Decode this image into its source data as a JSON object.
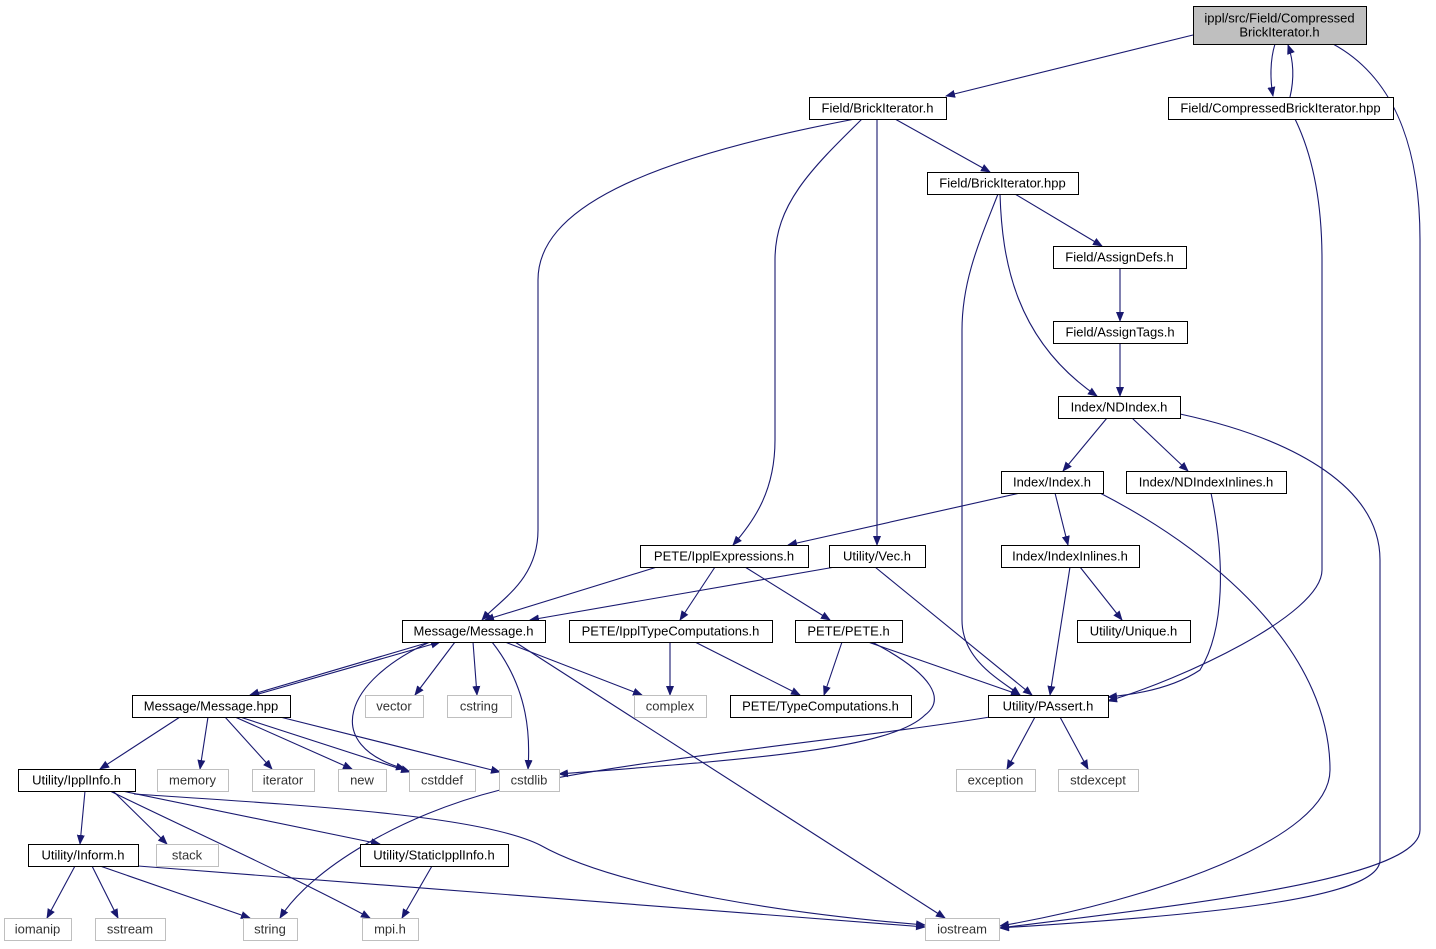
{
  "colors": {
    "edge": "#191970",
    "node_border": "#000000",
    "external_border": "#bfbfbf",
    "root_fill": "#bfbfbf",
    "node_fill": "#ffffff"
  },
  "nodes": {
    "root": {
      "lines": [
        "ippl/src/Field/Compressed",
        "BrickIterator.h"
      ],
      "type": "root"
    },
    "brickh": {
      "lines": [
        "Field/BrickIterator.h"
      ],
      "type": "internal"
    },
    "cbihpp": {
      "lines": [
        "Field/CompressedBrickIterator.hpp"
      ],
      "type": "internal"
    },
    "brickhpp": {
      "lines": [
        "Field/BrickIterator.hpp"
      ],
      "type": "internal"
    },
    "assigndefs": {
      "lines": [
        "Field/AssignDefs.h"
      ],
      "type": "internal"
    },
    "assigntags": {
      "lines": [
        "Field/AssignTags.h"
      ],
      "type": "internal"
    },
    "ndindex": {
      "lines": [
        "Index/NDIndex.h"
      ],
      "type": "internal"
    },
    "indexh": {
      "lines": [
        "Index/Index.h"
      ],
      "type": "internal"
    },
    "ndinl": {
      "lines": [
        "Index/NDIndexInlines.h"
      ],
      "type": "internal"
    },
    "ipplexpr": {
      "lines": [
        "PETE/IpplExpressions.h"
      ],
      "type": "internal"
    },
    "vech": {
      "lines": [
        "Utility/Vec.h"
      ],
      "type": "internal"
    },
    "idxinl": {
      "lines": [
        "Index/IndexInlines.h"
      ],
      "type": "internal"
    },
    "message": {
      "lines": [
        "Message/Message.h"
      ],
      "type": "internal"
    },
    "ipptc": {
      "lines": [
        "PETE/IpplTypeComputations.h"
      ],
      "type": "internal"
    },
    "peteh": {
      "lines": [
        "PETE/PETE.h"
      ],
      "type": "internal"
    },
    "unique": {
      "lines": [
        "Utility/Unique.h"
      ],
      "type": "internal"
    },
    "msghpp": {
      "lines": [
        "Message/Message.hpp"
      ],
      "type": "internal"
    },
    "vector": {
      "lines": [
        "vector"
      ],
      "type": "external"
    },
    "cstring": {
      "lines": [
        "cstring"
      ],
      "type": "external"
    },
    "complex": {
      "lines": [
        "complex"
      ],
      "type": "external"
    },
    "typecomp": {
      "lines": [
        "PETE/TypeComputations.h"
      ],
      "type": "internal"
    },
    "passert": {
      "lines": [
        "Utility/PAssert.h"
      ],
      "type": "internal"
    },
    "ipplinfo": {
      "lines": [
        "Utility/IpplInfo.h"
      ],
      "type": "internal"
    },
    "memory": {
      "lines": [
        "memory"
      ],
      "type": "external"
    },
    "iterator": {
      "lines": [
        "iterator"
      ],
      "type": "external"
    },
    "new": {
      "lines": [
        "new"
      ],
      "type": "external"
    },
    "cstddef": {
      "lines": [
        "cstddef"
      ],
      "type": "external"
    },
    "cstdlib": {
      "lines": [
        "cstdlib"
      ],
      "type": "external"
    },
    "exception": {
      "lines": [
        "exception"
      ],
      "type": "external"
    },
    "stdexcept": {
      "lines": [
        "stdexcept"
      ],
      "type": "external"
    },
    "inform": {
      "lines": [
        "Utility/Inform.h"
      ],
      "type": "internal"
    },
    "stack": {
      "lines": [
        "stack"
      ],
      "type": "external"
    },
    "staticinfo": {
      "lines": [
        "Utility/StaticIpplInfo.h"
      ],
      "type": "internal"
    },
    "iomanip": {
      "lines": [
        "iomanip"
      ],
      "type": "external"
    },
    "sstream": {
      "lines": [
        "sstream"
      ],
      "type": "external"
    },
    "string": {
      "lines": [
        "string"
      ],
      "type": "external"
    },
    "mpih": {
      "lines": [
        "mpi.h"
      ],
      "type": "external"
    },
    "iostream": {
      "lines": [
        "iostream"
      ],
      "type": "external"
    }
  },
  "edges": [
    [
      "root",
      "brickh"
    ],
    [
      "root",
      "cbihpp"
    ],
    [
      "root",
      "iostream"
    ],
    [
      "cbihpp",
      "root"
    ],
    [
      "cbihpp",
      "passert"
    ],
    [
      "brickh",
      "message"
    ],
    [
      "brickh",
      "ipplexpr"
    ],
    [
      "brickh",
      "vech"
    ],
    [
      "brickh",
      "brickhpp"
    ],
    [
      "brickhpp",
      "passert"
    ],
    [
      "brickhpp",
      "ndindex"
    ],
    [
      "brickhpp",
      "assigndefs"
    ],
    [
      "assigndefs",
      "assigntags"
    ],
    [
      "assigntags",
      "ndindex"
    ],
    [
      "ndindex",
      "indexh"
    ],
    [
      "ndindex",
      "ndinl"
    ],
    [
      "ndindex",
      "iostream"
    ],
    [
      "indexh",
      "ipplexpr"
    ],
    [
      "indexh",
      "idxinl"
    ],
    [
      "indexh",
      "iostream"
    ],
    [
      "ndinl",
      "passert"
    ],
    [
      "idxinl",
      "passert"
    ],
    [
      "idxinl",
      "unique"
    ],
    [
      "ipplexpr",
      "message"
    ],
    [
      "ipplexpr",
      "ipptc"
    ],
    [
      "ipplexpr",
      "peteh"
    ],
    [
      "vech",
      "message"
    ],
    [
      "vech",
      "passert"
    ],
    [
      "ipptc",
      "complex"
    ],
    [
      "ipptc",
      "typecomp"
    ],
    [
      "peteh",
      "typecomp"
    ],
    [
      "peteh",
      "passert"
    ],
    [
      "peteh",
      "cstdlib"
    ],
    [
      "message",
      "msghpp"
    ],
    [
      "message",
      "vector"
    ],
    [
      "message",
      "cstring"
    ],
    [
      "message",
      "complex"
    ],
    [
      "message",
      "cstddef"
    ],
    [
      "message",
      "cstdlib"
    ],
    [
      "message",
      "iostream"
    ],
    [
      "msghpp",
      "message"
    ],
    [
      "msghpp",
      "ipplinfo"
    ],
    [
      "msghpp",
      "memory"
    ],
    [
      "msghpp",
      "iterator"
    ],
    [
      "msghpp",
      "new"
    ],
    [
      "msghpp",
      "cstddef"
    ],
    [
      "msghpp",
      "cstdlib"
    ],
    [
      "passert",
      "exception"
    ],
    [
      "passert",
      "stdexcept"
    ],
    [
      "passert",
      "string"
    ],
    [
      "ipplinfo",
      "inform"
    ],
    [
      "ipplinfo",
      "stack"
    ],
    [
      "ipplinfo",
      "staticinfo"
    ],
    [
      "ipplinfo",
      "mpih"
    ],
    [
      "ipplinfo",
      "iostream"
    ],
    [
      "staticinfo",
      "mpih"
    ],
    [
      "inform",
      "iomanip"
    ],
    [
      "inform",
      "sstream"
    ],
    [
      "inform",
      "string"
    ],
    [
      "inform",
      "iostream"
    ]
  ]
}
